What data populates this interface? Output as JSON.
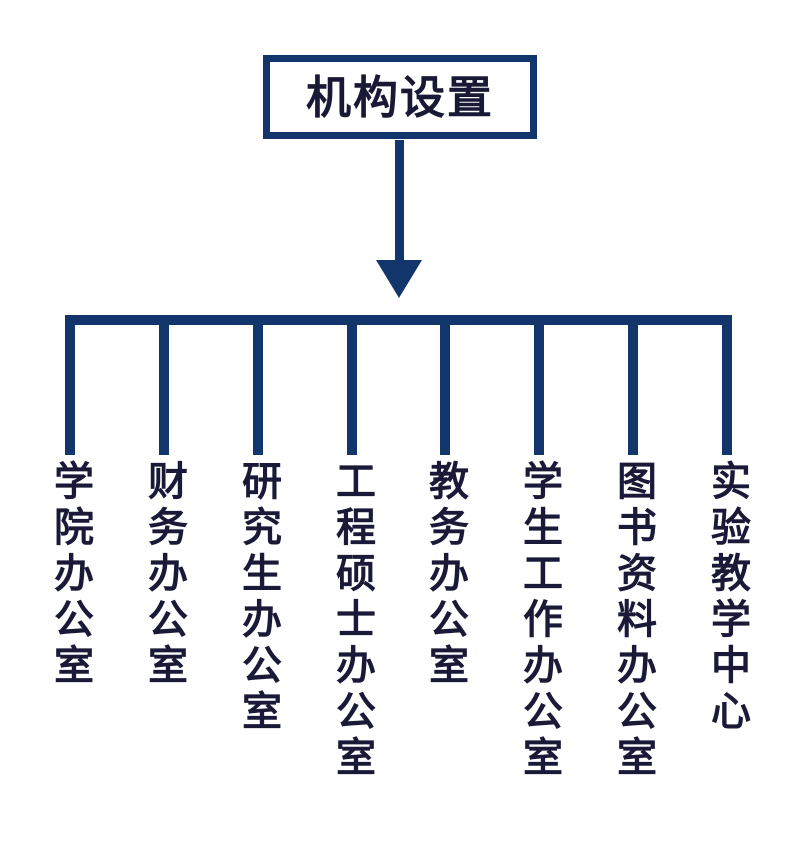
{
  "title": {
    "label": "机构设置"
  },
  "colors": {
    "line": "#12366b",
    "text": "#1a1a38",
    "background": "#ffffff"
  },
  "chart_data": {
    "type": "org-chart-tree",
    "root": "机构设置",
    "branches": [
      "学院办公室",
      "财务办公室",
      "研究生办公室",
      "工程硕士办公室",
      "教务办公室",
      "学生工作办公室",
      "图书资料办公室",
      "实验教学中心"
    ],
    "layout_hint": "single root box with downward arrow to a horizontal rail; eight vertical drop lines each ending in vertical (top-to-bottom) text labels"
  }
}
